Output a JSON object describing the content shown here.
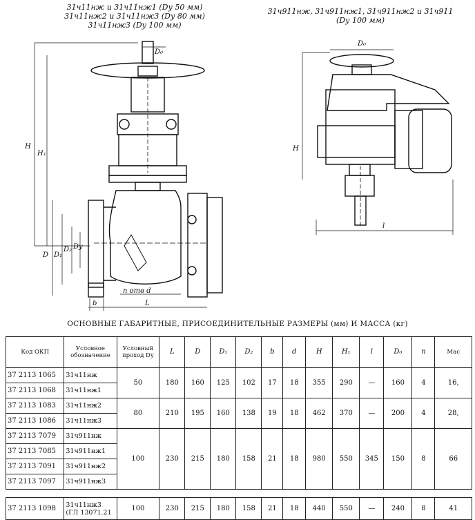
{
  "captions": {
    "left": [
      "31ч11нж и 31ч11нж1 (Dу 50 мм)",
      "31ч11нж2 и 31ч11нж3 (Dу 80 мм)",
      "31ч11нж3 (Dу 100 мм)"
    ],
    "right": [
      "31ч911нж, 31ч911нж1, 31ч911нж2 и 31ч911",
      "(Dу 100 мм)"
    ]
  },
  "drawing_labels": {
    "left": {
      "D0": "D₀",
      "H": "H",
      "H1": "H₁",
      "D": "D",
      "D1": "D₁",
      "D2": "D₂",
      "Dy": "Dу",
      "b": "b",
      "L": "L",
      "holes": "n отв d"
    },
    "right": {
      "D0": "D₀",
      "H": "H",
      "l": "l"
    }
  },
  "table_title": "ОСНОВНЫЕ ГАБАРИТНЫЕ, ПРИСОЕДИНИТЕЛЬНЫЕ РАЗМЕРЫ (мм) И МАССА (кг)",
  "table": {
    "headers": {
      "code": "Код ОКП",
      "designation": "Условное обозначение",
      "bore": "Условный проход Dу",
      "L": "L",
      "D": "D",
      "D1": "D₁",
      "D2": "D₂",
      "b": "b",
      "d": "d",
      "H": "H",
      "H1": "H₁",
      "l": "l",
      "D0": "D₀",
      "n": "n",
      "mass": "Мас"
    },
    "codes": [
      "37 2113 1065",
      "37 2113 1068",
      "37 2113 1083",
      "37 2113 1086",
      "37 2113 7079",
      "37 2113 7085",
      "37 2113 7091",
      "37 2113 7097",
      "37 2113 1098"
    ],
    "designations": [
      "31ч11нж",
      "31ч11нж1",
      "31ч11нж2",
      "31ч11нж3",
      "31ч911нж",
      "31ч911нж1",
      "31ч911нж2",
      "31ч911нж3",
      "31ч11нж3",
      "(ГЛ 13071.21"
    ],
    "groups": [
      {
        "bore": "50",
        "L": "180",
        "D": "160",
        "D1": "125",
        "D2": "102",
        "b": "17",
        "d": "18",
        "H": "355",
        "H1": "290",
        "l": "—",
        "D0": "160",
        "n": "4",
        "mass": "16,"
      },
      {
        "bore": "80",
        "L": "210",
        "D": "195",
        "D1": "160",
        "D2": "138",
        "b": "19",
        "d": "18",
        "H": "462",
        "H1": "370",
        "l": "—",
        "D0": "200",
        "n": "4",
        "mass": "28,"
      },
      {
        "bore": "100",
        "L": "230",
        "D": "215",
        "D1": "180",
        "D2": "158",
        "b": "21",
        "d": "18",
        "H": "980",
        "H1": "550",
        "l": "345",
        "D0": "150",
        "n": "8",
        "mass": "66"
      },
      {
        "bore": "100",
        "L": "230",
        "D": "215",
        "D1": "180",
        "D2": "158",
        "b": "21",
        "d": "18",
        "H": "440",
        "H1": "550",
        "l": "—",
        "D0": "240",
        "n": "8",
        "mass": "41"
      }
    ]
  }
}
